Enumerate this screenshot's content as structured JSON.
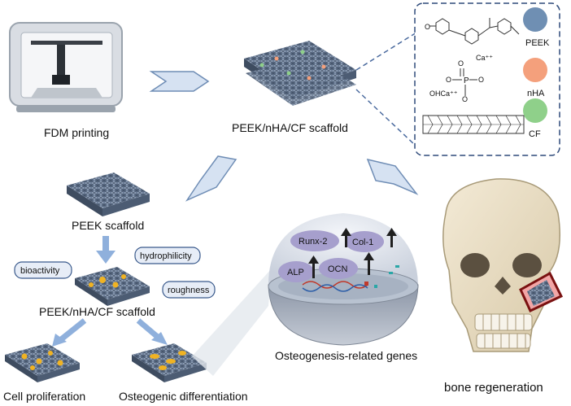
{
  "labels": {
    "fdm_printing": "FDM printing",
    "peek_nha_cf_top": "PEEK/nHA/CF scaffold",
    "peek_scaffold": "PEEK scaffold",
    "peek_nha_cf_mid": "PEEK/nHA/CF scaffold",
    "cell_proliferation": "Cell proliferation",
    "osteogenic_differentiation": "Osteogenic differentiation",
    "osteogenesis_genes": "Osteogenesis-related genes",
    "bone_regeneration": "bone regeneration"
  },
  "properties": {
    "bioactivity": "bioactivity",
    "hydrophilicity": "hydrophilicity",
    "roughness": "roughness"
  },
  "genes": {
    "runx2": "Runx-2",
    "col1": "Col-1",
    "alp": "ALP",
    "ocn": "OCN"
  },
  "legend": {
    "peek": "PEEK",
    "nha": "nHA",
    "cf": "CF"
  },
  "chemistry": {
    "ca_top": "Ca⁺⁺",
    "ohca": "OHCa⁺⁺",
    "o_top": "O",
    "o_left": "O",
    "o_right": "O",
    "o_bottom": "O",
    "p": "P"
  },
  "colors": {
    "peek": "#6f8fb3",
    "nha": "#f4a07c",
    "cf": "#8fd08a",
    "mesh": "#4e5f78",
    "accent_orange": "#f0b323",
    "skull": "#e9dfc9"
  }
}
